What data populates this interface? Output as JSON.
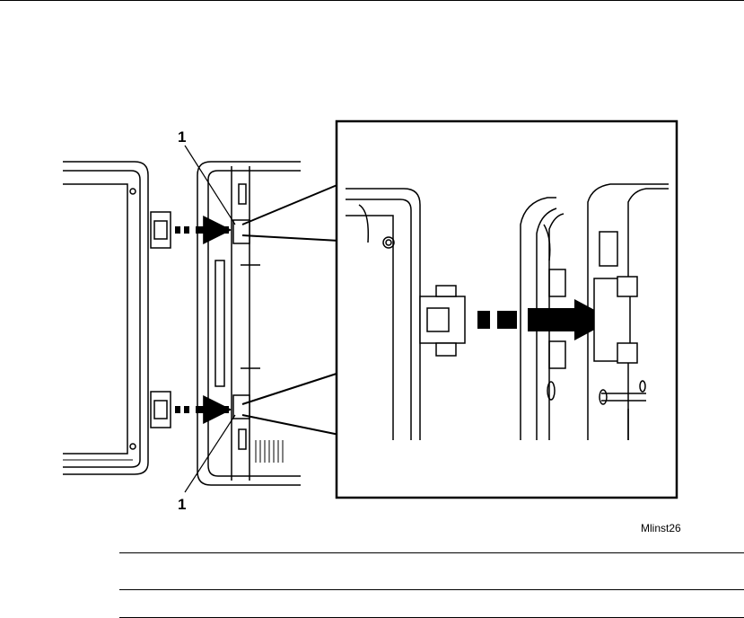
{
  "figure": {
    "callouts": [
      "1",
      "1"
    ],
    "figure_id": "Mlinst26"
  }
}
